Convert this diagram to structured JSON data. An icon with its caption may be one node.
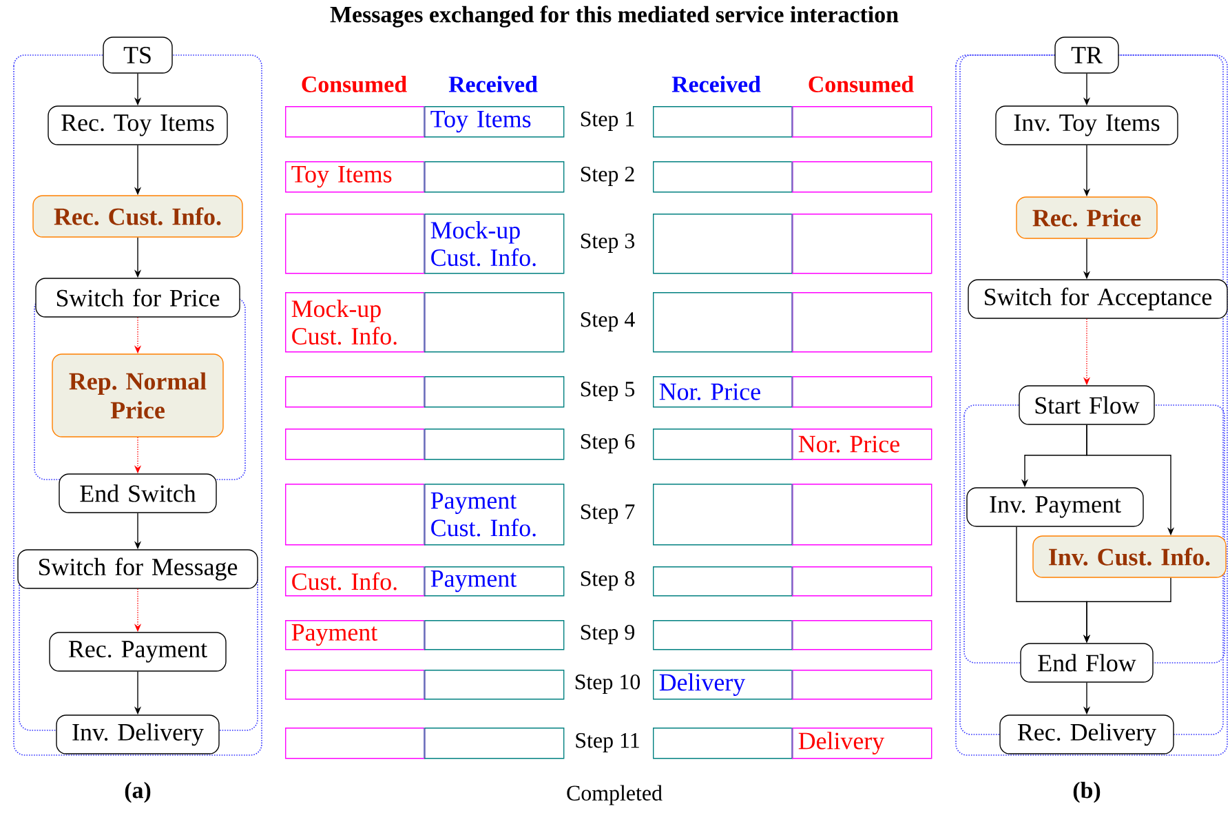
{
  "diagram": {
    "title": "Messages exchanged for this mediated service interaction",
    "nodes": [
      {
        "text": [
          "TS"
        ]
      },
      {
        "text": [
          "Rec. Toy Items"
        ]
      },
      {
        "text": [
          "Rec. Cust. Info."
        ]
      },
      {
        "text": [
          "Switch for Price"
        ]
      },
      {
        "text": [
          "Rep. Normal Price"
        ]
      },
      {
        "text": [
          "End Switch"
        ]
      },
      {
        "text": [
          "Switch for Message"
        ]
      },
      {
        "text": [
          "Rec. Payment"
        ]
      },
      {
        "text": [
          "Inv. Delivery"
        ]
      },
      {
        "text": [
          "TR"
        ]
      },
      {
        "text": [
          "Inv. Toy Items"
        ]
      },
      {
        "text": [
          "Rec. Price"
        ]
      },
      {
        "text": [
          "Switch for Acceptance"
        ]
      },
      {
        "text": [
          "Start Flow"
        ]
      },
      {
        "text": [
          "Inv. Payment"
        ]
      },
      {
        "text": [
          "Inv. Cust. Info."
        ]
      },
      {
        "text": [
          "End Flow"
        ]
      },
      {
        "text": [
          "Rec. Delivery"
        ]
      },
      {
        "text": [],
        "shape": "box"
      },
      {
        "text": [
          "Toy Items"
        ]
      },
      {
        "text": [],
        "shape": "box"
      },
      {
        "text": [],
        "shape": "box"
      },
      {
        "text": [
          "Toy Items"
        ]
      },
      {
        "text": [],
        "shape": "box"
      },
      {
        "text": [],
        "shape": "box"
      },
      {
        "text": [],
        "shape": "box"
      },
      {
        "text": [],
        "shape": "box"
      },
      {
        "text": [
          "Mock-up Cust. Info."
        ]
      },
      {
        "text": [],
        "shape": "box"
      },
      {
        "text": [],
        "shape": "box"
      },
      {
        "text": [
          "Mock-up Cust. Info."
        ]
      },
      {
        "text": [],
        "shape": "box"
      },
      {
        "text": [],
        "shape": "box"
      },
      {
        "text": [],
        "shape": "box"
      },
      {
        "text": [],
        "shape": "box"
      },
      {
        "text": [],
        "shape": "box"
      },
      {
        "text": [
          "Nor. Price"
        ]
      },
      {
        "text": [],
        "shape": "box"
      },
      {
        "text": [],
        "shape": "box"
      },
      {
        "text": [],
        "shape": "box"
      },
      {
        "text": [],
        "shape": "box"
      },
      {
        "text": [
          "Nor. Price"
        ]
      },
      {
        "text": [],
        "shape": "box"
      },
      {
        "text": [
          "Payment Cust. Info."
        ]
      },
      {
        "text": [],
        "shape": "box"
      },
      {
        "text": [],
        "shape": "box"
      },
      {
        "text": [
          "Cust. Info."
        ]
      },
      {
        "text": [
          "Payment"
        ]
      },
      {
        "text": [],
        "shape": "box"
      },
      {
        "text": [],
        "shape": "box"
      },
      {
        "text": [
          "Payment"
        ]
      },
      {
        "text": [],
        "shape": "box"
      },
      {
        "text": [],
        "shape": "box"
      },
      {
        "text": [],
        "shape": "box"
      },
      {
        "text": [],
        "shape": "box"
      },
      {
        "text": [],
        "shape": "box"
      },
      {
        "text": [
          "Delivery"
        ]
      },
      {
        "text": [],
        "shape": "box"
      },
      {
        "text": [],
        "shape": "box"
      },
      {
        "text": [],
        "shape": "box"
      },
      {
        "text": [],
        "shape": "box"
      },
      {
        "text": [
          "Delivery"
        ]
      }
    ],
    "edges": [
      {
        "from": 0,
        "to": 1,
        "arrow": "to"
      },
      {
        "from": 1,
        "to": 2,
        "arrow": "to"
      },
      {
        "from": 2,
        "to": 3,
        "arrow": "to"
      },
      {
        "from": 3,
        "to": 4,
        "arrow": "to",
        "style": "dashed",
        "color": "#ff0000"
      },
      {
        "from": 4,
        "to": 5,
        "arrow": "to",
        "style": "dashed",
        "color": "#ff0000"
      },
      {
        "from": 5,
        "to": 6,
        "arrow": "to"
      },
      {
        "from": 6,
        "to": 7,
        "arrow": "to",
        "style": "dashed",
        "color": "#ff0000"
      },
      {
        "from": 7,
        "to": 8,
        "arrow": "to"
      },
      {
        "from": 9,
        "to": 10,
        "arrow": "to"
      },
      {
        "from": 10,
        "to": 11,
        "arrow": "to"
      },
      {
        "from": 11,
        "to": 12,
        "arrow": "to"
      },
      {
        "from": 12,
        "to": 13,
        "arrow": "to",
        "style": "dashed",
        "color": "#ff0000"
      },
      {
        "from": 13,
        "to": 14,
        "arrow": "to"
      },
      {
        "from": 13,
        "to": 15,
        "arrow": "to"
      },
      {
        "from": 14,
        "to": 16,
        "arrow": "to"
      },
      {
        "from": 15,
        "to": 16,
        "arrow": "to"
      },
      {
        "from": 16,
        "to": 17,
        "arrow": "to"
      }
    ],
    "labels": [
      "Consumed",
      "Received",
      "Received",
      "Consumed",
      "Step 1",
      "Step 2",
      "Step 3",
      "Step 4",
      "Step 5",
      "Step 6",
      "Step 7",
      "Step 8",
      "Step 9",
      "Step 10",
      "Step 11",
      "(a)",
      "Completed",
      "(b)"
    ]
  }
}
